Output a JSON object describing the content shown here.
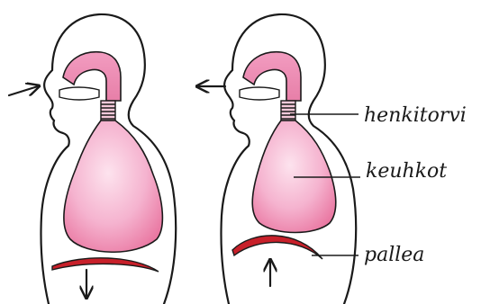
{
  "labels": {
    "henkitorvi": "henkitorvi",
    "keuhkot": "keuhkot",
    "pallea": "pallea"
  },
  "colors": {
    "outline": "#1a1a1a",
    "lung_fill": "#f3a6c8",
    "airway_fill": "#f08ab0",
    "diaphragm": "#c8202a",
    "background": "#ffffff"
  },
  "figures": [
    {
      "name": "inhale",
      "air_arrow": "in",
      "diaphragm_arrow": "down"
    },
    {
      "name": "exhale",
      "air_arrow": "out",
      "diaphragm_arrow": "up"
    }
  ]
}
